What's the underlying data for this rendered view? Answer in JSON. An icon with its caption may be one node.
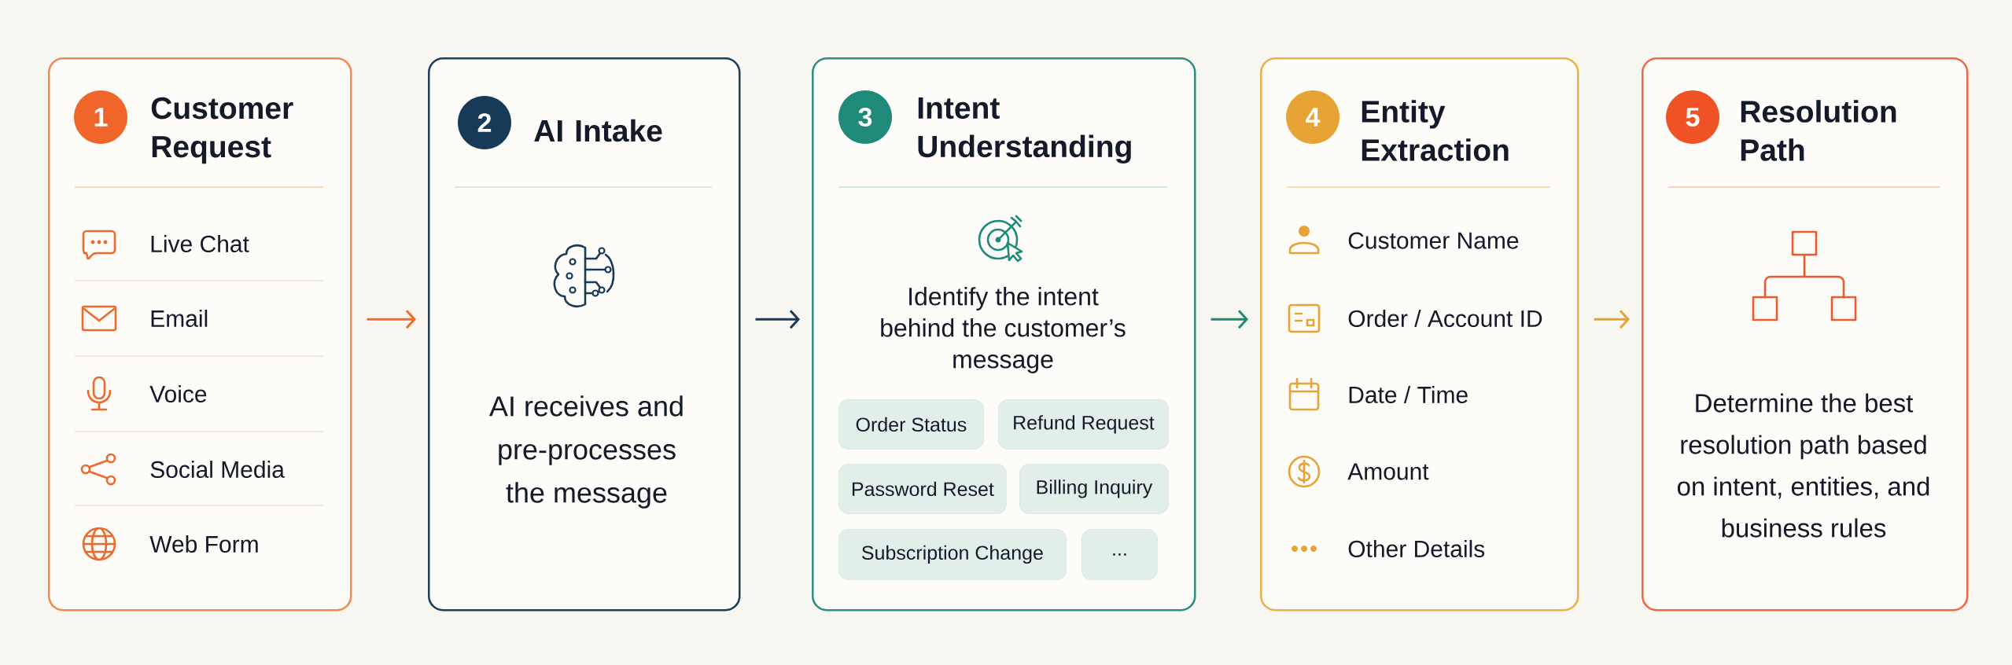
{
  "diagram": {
    "nodes": [
      {
        "text": [
          "Customer Request",
          "Live Chat",
          "Email",
          "Voice",
          "Social Media",
          "Web Form"
        ]
      },
      {
        "text": [
          "1"
        ],
        "in": 0
      },
      {
        "text": [
          "AI Intake",
          "AI receives and pre-processes the message"
        ]
      },
      {
        "text": [
          "2"
        ],
        "in": 2
      },
      {
        "text": [
          "Intent Understanding",
          "Identify the intent behind the customer’s message"
        ]
      },
      {
        "text": [
          "3"
        ],
        "in": 4
      },
      {
        "text": [
          "Order Status"
        ],
        "in": 4
      },
      {
        "text": [
          "Refund Request"
        ],
        "in": 4
      },
      {
        "text": [
          "Password Reset"
        ],
        "in": 4
      },
      {
        "text": [
          "Billing Inquiry"
        ],
        "in": 4
      },
      {
        "text": [
          "Subscription Change"
        ],
        "in": 4
      },
      {
        "text": [
          "..."
        ],
        "in": 4
      },
      {
        "text": [
          "Entity Extraction",
          "Customer Name",
          "Order / Account ID",
          "Date / Time",
          "Amount",
          "Other Details"
        ]
      },
      {
        "text": [
          "4"
        ],
        "in": 12
      },
      {
        "text": [
          "Resolution Path",
          "Determine the best resolution path based on intent, entities, and business rules"
        ]
      },
      {
        "text": [
          "5"
        ],
        "in": 14
      }
    ],
    "edges": [
      {
        "from": 0,
        "to": 2,
        "arrow": "to",
        "color": "#f26b2a"
      },
      {
        "from": 2,
        "to": 4,
        "arrow": "to",
        "color": "#163a57"
      },
      {
        "from": 4,
        "to": 12,
        "arrow": "to",
        "color": "#1f8a78"
      },
      {
        "from": 12,
        "to": 14,
        "arrow": "to",
        "color": "#e8a335"
      }
    ]
  }
}
